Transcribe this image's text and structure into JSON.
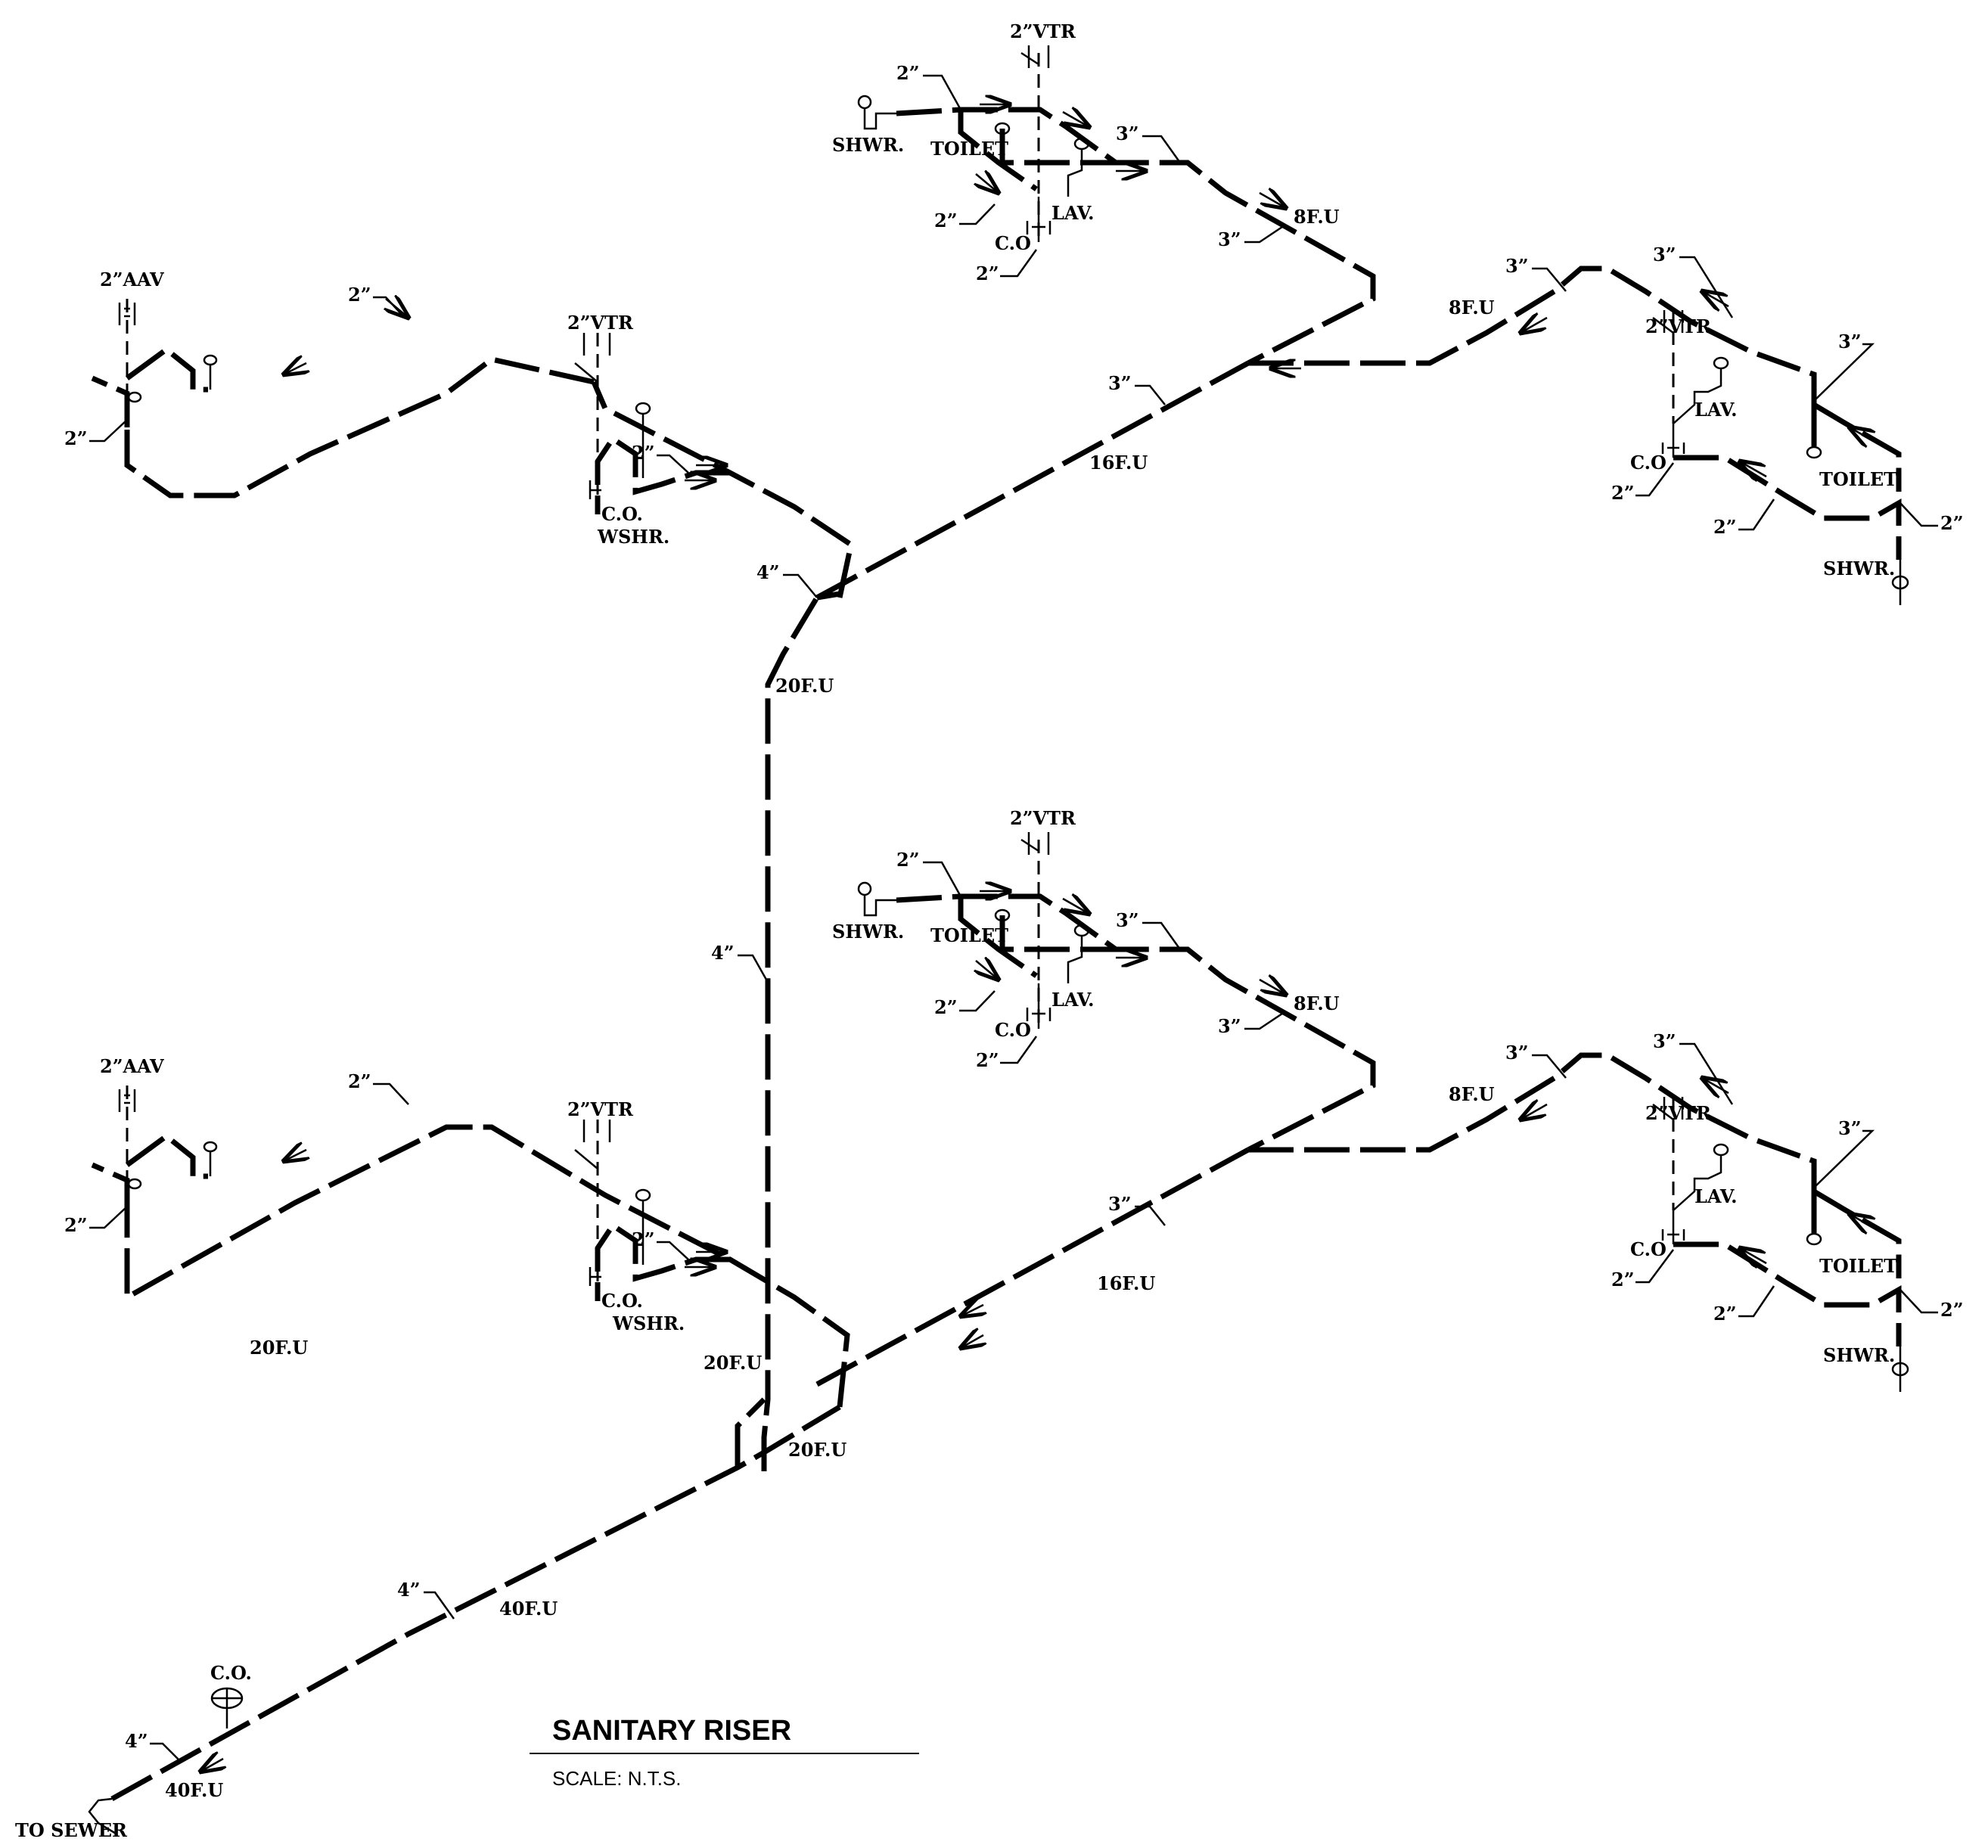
{
  "title": "SANITARY RISER",
  "scale": "SCALE: N.T.S.",
  "labels": {
    "vtr": "2”VTR",
    "aav": "2”AAV",
    "d2": "2”",
    "d3": "3”",
    "d4": "4”",
    "shwr": "SHWR.",
    "toilet": "TOILET",
    "lav": "LAV.",
    "co": "C.O",
    "co_dot": "C.O.",
    "wshr": "WSHR.",
    "fu8": "8F.U",
    "fu16": "16F.U",
    "fu20": "20F.U",
    "fu40": "40F.U",
    "to_sewer": "TO SEWER"
  }
}
